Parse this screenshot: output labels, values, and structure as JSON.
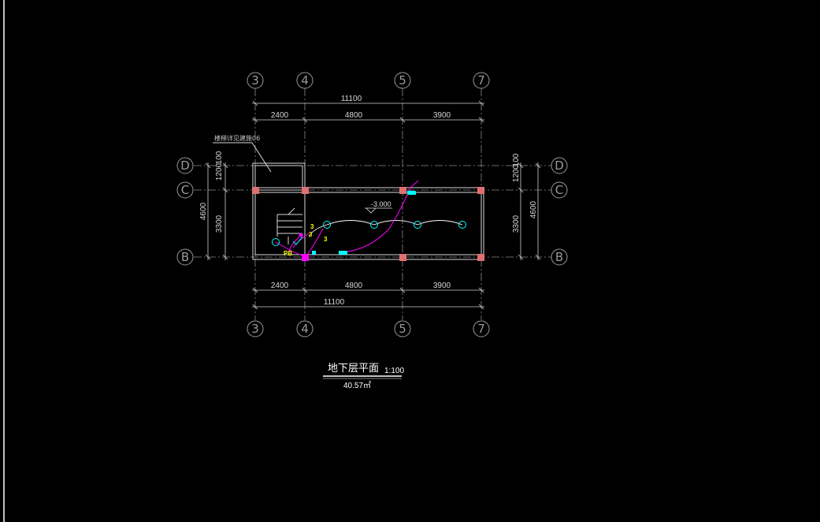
{
  "drawing": {
    "title": "地下层平面",
    "scale": "1:100",
    "area": "40.57㎡",
    "note": "楼梯详见建施06",
    "elevation": "-3.000",
    "panel_label": "PB",
    "circuit_labels": [
      "3",
      "3",
      "3"
    ],
    "colors": {
      "background": "#000000",
      "lines": "#d8d8d8",
      "columns": "#e07070",
      "wiring": "#ff00ff",
      "fixtures": "#00ffff",
      "annotations": "#ffff00"
    }
  },
  "axes": {
    "top": [
      "3",
      "4",
      "5",
      "7"
    ],
    "bottom": [
      "3",
      "4",
      "5",
      "7"
    ],
    "left": [
      "D",
      "C",
      "B"
    ],
    "right": [
      "D",
      "C",
      "B"
    ]
  },
  "dimensions": {
    "top_total": "11100",
    "top_segments": [
      "2400",
      "4800",
      "3900"
    ],
    "bottom_total": "11100",
    "bottom_segments": [
      "2400",
      "4800",
      "3900"
    ],
    "left_total": "4600",
    "left_segments": [
      "1200",
      "3300"
    ],
    "left_small": "100",
    "right_total": "4600",
    "right_segments": [
      "1200",
      "3300"
    ],
    "right_small": "100"
  }
}
